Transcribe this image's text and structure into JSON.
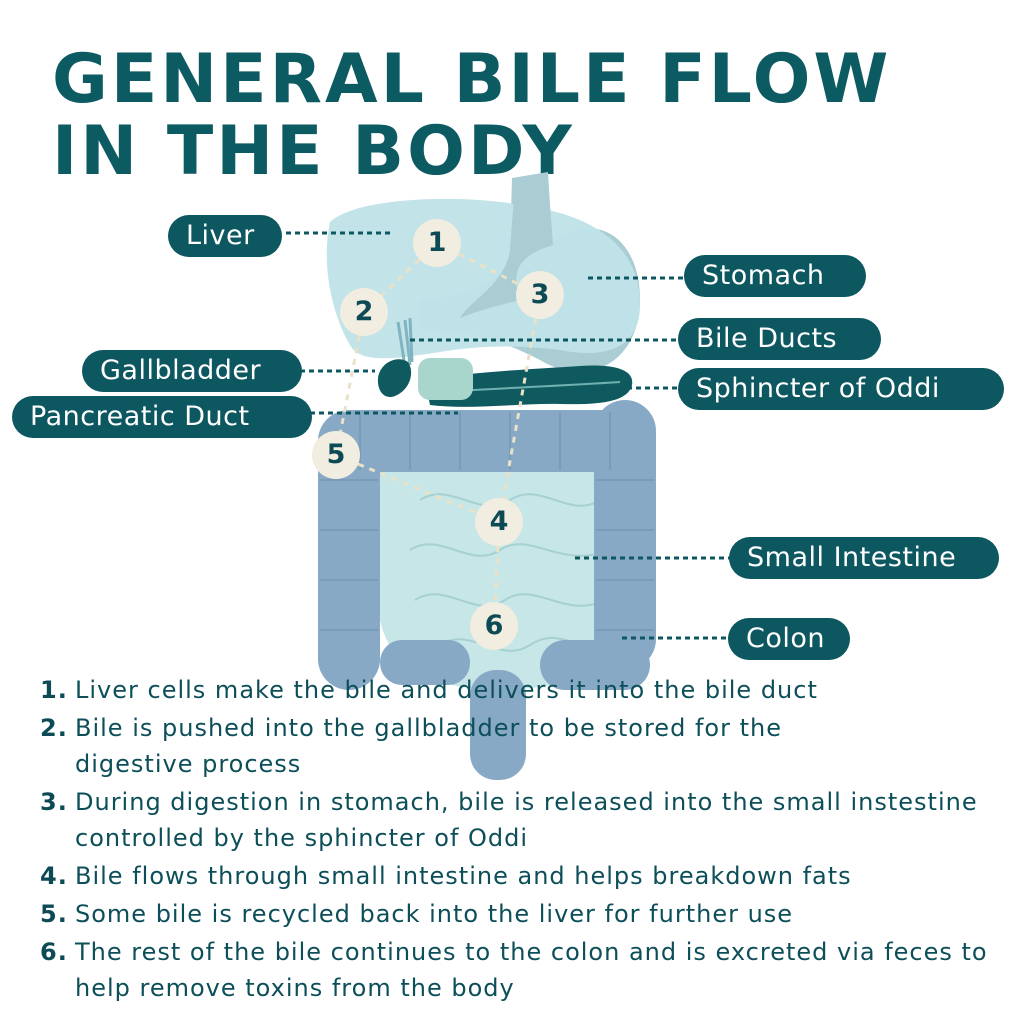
{
  "title": "GENERAL BILE FLOW\nIN THE BODY",
  "colors": {
    "title": "#0c5a62",
    "label_pill": "#0d5760",
    "badge": "#f1ede0",
    "liver": "#bfe3e8",
    "stomach": "#a9cdd2",
    "colon": "#88a9c6",
    "small_intestine": "#c6e6e7",
    "pancreas": "#0e5a5f"
  },
  "labels": {
    "liver": "Liver",
    "stomach": "Stomach",
    "bile_ducts": "Bile Ducts",
    "gallbladder": "Gallbladder",
    "sphincter": "Sphincter of Oddi",
    "pancreatic_duct": "Pancreatic Duct",
    "small_intestine": "Small Intestine",
    "colon": "Colon"
  },
  "badges": [
    "1",
    "2",
    "3",
    "4",
    "5",
    "6"
  ],
  "steps": [
    {
      "num": "1.",
      "text": "Liver cells make the bile and delivers it into the bile duct"
    },
    {
      "num": "2.",
      "text": "Bile is pushed into the gallbladder to be stored for the digestive process"
    },
    {
      "num": "3.",
      "text": "During digestion in stomach, bile is released into the small instestine controlled by the sphincter of Oddi"
    },
    {
      "num": "4.",
      "text": "Bile flows through small intestine and helps breakdown fats"
    },
    {
      "num": "5.",
      "text": "Some bile is recycled back into the liver for further use"
    },
    {
      "num": "6.",
      "text": "The rest of the bile continues to the colon and is excreted via feces to help remove toxins from the body"
    }
  ]
}
